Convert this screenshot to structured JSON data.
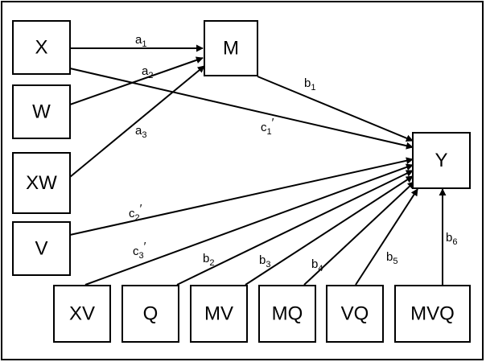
{
  "nodes": {
    "X": "X",
    "W": "W",
    "XW": "XW",
    "V": "V",
    "M": "M",
    "Y": "Y",
    "XV": "XV",
    "Q": "Q",
    "MV": "MV",
    "MQ": "MQ",
    "VQ": "VQ",
    "MVQ": "MVQ"
  },
  "edges": {
    "a1": {
      "from": "X",
      "to": "M",
      "base": "a",
      "sub": "1",
      "prime": ""
    },
    "a2": {
      "from": "W",
      "to": "M",
      "base": "a",
      "sub": "2",
      "prime": ""
    },
    "a3": {
      "from": "XW",
      "to": "M",
      "base": "a",
      "sub": "3",
      "prime": ""
    },
    "b1": {
      "from": "M",
      "to": "Y",
      "base": "b",
      "sub": "1",
      "prime": ""
    },
    "c1p": {
      "from": "X",
      "to": "Y",
      "base": "c",
      "sub": "1",
      "prime": "′"
    },
    "c2p": {
      "from": "V",
      "to": "Y",
      "base": "c",
      "sub": "2",
      "prime": "′"
    },
    "c3p": {
      "from": "XV",
      "to": "Y",
      "base": "c",
      "sub": "3",
      "prime": "′"
    },
    "b2": {
      "from": "Q",
      "to": "Y",
      "base": "b",
      "sub": "2",
      "prime": ""
    },
    "b3": {
      "from": "MV",
      "to": "Y",
      "base": "b",
      "sub": "3",
      "prime": ""
    },
    "b4": {
      "from": "MQ",
      "to": "Y",
      "base": "b",
      "sub": "4",
      "prime": ""
    },
    "b5": {
      "from": "VQ",
      "to": "Y",
      "base": "b",
      "sub": "5",
      "prime": ""
    },
    "b6": {
      "from": "MVQ",
      "to": "Y",
      "base": "b",
      "sub": "6",
      "prime": ""
    }
  }
}
